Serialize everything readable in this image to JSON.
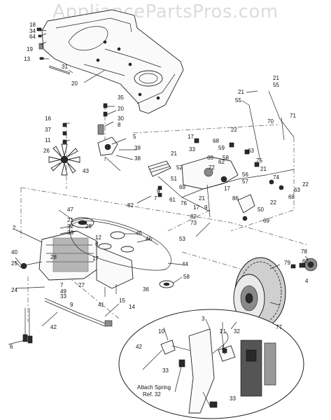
{
  "watermark": "AppliancePartsPros.com",
  "inset_caption": [
    "Attach Spring",
    "Ref. 32"
  ],
  "callouts": [
    "18",
    "34",
    "64",
    "19",
    "13",
    "31",
    "20",
    "35",
    "20",
    "30",
    "8",
    "16",
    "37",
    "11",
    "26",
    "43",
    "5",
    "39",
    "38",
    "17",
    "33",
    "21",
    "52",
    "51",
    "82",
    "61",
    "69",
    "76",
    "21",
    "17",
    "9",
    "53",
    "82",
    "73",
    "47",
    "21",
    "32",
    "33",
    "29",
    "2",
    "40",
    "25",
    "24",
    "7",
    "49",
    "28",
    "17",
    "12",
    "8",
    "45",
    "46",
    "44",
    "58",
    "27",
    "41",
    "14",
    "36",
    "9",
    "33",
    "15",
    "42",
    "6",
    "3",
    "10",
    "42",
    "21",
    "32",
    "33",
    "33",
    "77",
    "79",
    "78",
    "67",
    "4",
    "21",
    "55",
    "21",
    "55",
    "70",
    "71",
    "22",
    "68",
    "63",
    "59",
    "60",
    "58",
    "56",
    "57",
    "72",
    "74",
    "22",
    "63",
    "68",
    "86",
    "50",
    "22",
    "69",
    "75",
    "21",
    "17",
    "62",
    "9",
    "7"
  ]
}
